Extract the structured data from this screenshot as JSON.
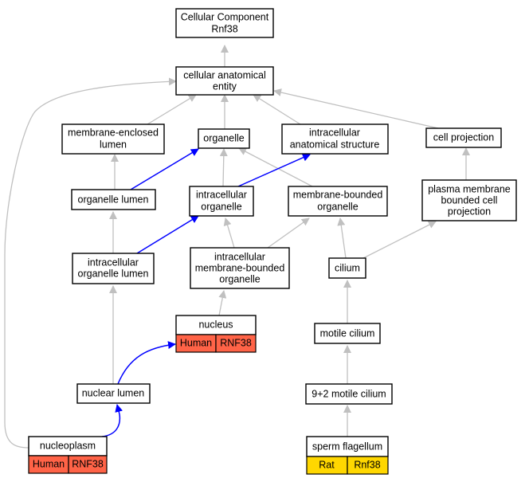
{
  "colors": {
    "human": "#ff6347",
    "rat": "#ffd700",
    "is_a_edge": "#c0c0c0",
    "part_of_edge": "#0000ff"
  },
  "nodes": {
    "root": [
      "Cellular Component",
      "Rnf38"
    ],
    "cellular_anatomical_entity": [
      "cellular anatomical",
      "entity"
    ],
    "membrane_enclosed_lumen": [
      "membrane-enclosed",
      "lumen"
    ],
    "organelle": [
      "organelle"
    ],
    "intracellular_anatomical_structure": [
      "intracellular",
      "anatomical structure"
    ],
    "cell_projection": [
      "cell projection"
    ],
    "organelle_lumen": [
      "organelle lumen"
    ],
    "intracellular_organelle": [
      "intracellular",
      "organelle"
    ],
    "membrane_bounded_organelle": [
      "membrane-bounded",
      "organelle"
    ],
    "plasma_membrane_bounded_cell_projection": [
      "plasma membrane",
      "bounded cell",
      "projection"
    ],
    "intracellular_organelle_lumen": [
      "intracellular",
      "organelle lumen"
    ],
    "intracellular_membrane_bounded_organelle": [
      "intracellular",
      "membrane-bounded",
      "organelle"
    ],
    "cilium": [
      "cilium"
    ],
    "nucleus": [
      "nucleus"
    ],
    "motile_cilium": [
      "motile cilium"
    ],
    "nuclear_lumen": [
      "nuclear lumen"
    ],
    "nine_plus_two_motile_cilium": [
      "9+2 motile cilium"
    ],
    "nucleoplasm": [
      "nucleoplasm"
    ],
    "sperm_flagellum": [
      "sperm flagellum"
    ]
  },
  "annotations": {
    "nucleus": [
      "Human",
      "RNF38"
    ],
    "nucleoplasm": [
      "Human",
      "RNF38"
    ],
    "sperm_flagellum": [
      "Rat",
      "Rnf38"
    ]
  }
}
